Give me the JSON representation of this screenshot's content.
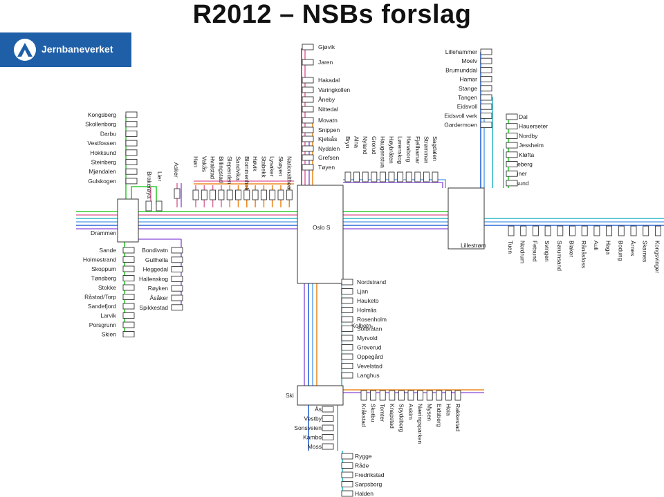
{
  "title": "R2012 – NSBs forslag",
  "logo": {
    "text": "Jernbaneverket"
  },
  "colors": {
    "green": "#33cc33",
    "pink": "#e070a0",
    "purple": "#9a3a7a",
    "orange": "#ee8a22",
    "blue": "#2a66d8",
    "violet": "#9a66dd",
    "lightblue": "#66a8ee",
    "cyan": "#33bbcc",
    "logo_blue": "#1f5fa8",
    "box": "#333333"
  },
  "hubs": {
    "drammen": "Drammen",
    "oslo": "Oslo S",
    "lillestrom": "Lillestrøm",
    "ski": "Ski",
    "kolbotn": "Kolbotn"
  },
  "lines": {
    "kongsberg_branch": [
      "Kongsberg",
      "Skollenborg",
      "Darbu",
      "Vestfossen",
      "Hokksund",
      "Steinberg",
      "Mjøndalen",
      "Gulskogen"
    ],
    "brakeroya": [
      "Brakerøya",
      "Lier"
    ],
    "asker": [
      "Asker"
    ],
    "west_stops": [
      "Høn",
      "Vakås",
      "Hvalstad",
      "Billingstad",
      "Slependen",
      "Sandvika",
      "Blommenholm",
      "Høvik",
      "Stabekk",
      "Lysaker",
      "Skøyen",
      "Nationaltheatret"
    ],
    "gjovik": [
      "Gjøvik",
      "Jaren",
      "Hakadal",
      "Varingkollen",
      "Åneby",
      "Nittedal",
      "Movatn",
      "Snippen",
      "Kjelsås",
      "Nydalen",
      "Grefsen",
      "Tøyen"
    ],
    "hovedbanen": [
      "Bryn",
      "Alna",
      "Nyland",
      "Grorud",
      "Haugenstua",
      "Høybråten",
      "Lørenskog",
      "Hanaborg",
      "Fjellhamar",
      "Strømmen",
      "Sagdalen"
    ],
    "dovre": [
      "Lillehammer",
      "Moelv",
      "Brumunddal",
      "Hamar",
      "Stange",
      "Tangen",
      "Eidsvoll",
      "Eidsvoll verk",
      "Gardermoen"
    ],
    "hovedbanen_north": [
      "Dal",
      "Hauerseter",
      "Nordby",
      "Jessheim",
      "Kløfta",
      "Lindeberg",
      "Frogner",
      "Leirsund"
    ],
    "vestfold": [
      "Sande",
      "Holmestrand",
      "Skoppum",
      "Tønsberg",
      "Stokke",
      "Råstad/Torp",
      "Sandefjord",
      "Larvik",
      "Porsgrunn",
      "Skien"
    ],
    "spikkestad": [
      "Bondivatn",
      "Gullhella",
      "Heggedal",
      "Hallenskog",
      "Røyken",
      "Åsåker",
      "Spikkestad"
    ],
    "kongsvinger": [
      "Tuen",
      "Nerdrum",
      "Fetsund",
      "Svingen",
      "Sørumsand",
      "Blaker",
      "Rånåsfoss",
      "Auli",
      "Haga",
      "Bodung",
      "Årnes",
      "Skarnes",
      "Kongsvinger"
    ],
    "ostfold_inner": [
      "Nordstrand",
      "Ljan",
      "Hauketo",
      "Holmlia",
      "Rosenholm",
      "Solbråtan",
      "Myrvold",
      "Greverud",
      "Oppegård",
      "Vevelstad",
      "Langhus"
    ],
    "ski_west": [
      "Ås",
      "Vestby",
      "Sonsveien",
      "Kambo",
      "Moss"
    ],
    "ski_east": [
      "Kråkstad",
      "Skotbu",
      "Tomter",
      "Knapstad",
      "Spydeberg",
      "Askim",
      "Næringsparken",
      "Mysen",
      "Eidsberg",
      "Heia",
      "Rakkestad"
    ],
    "ostfold_south": [
      "Rygge",
      "Råde",
      "Fredrikstad",
      "Sarpsborg",
      "Halden"
    ]
  }
}
